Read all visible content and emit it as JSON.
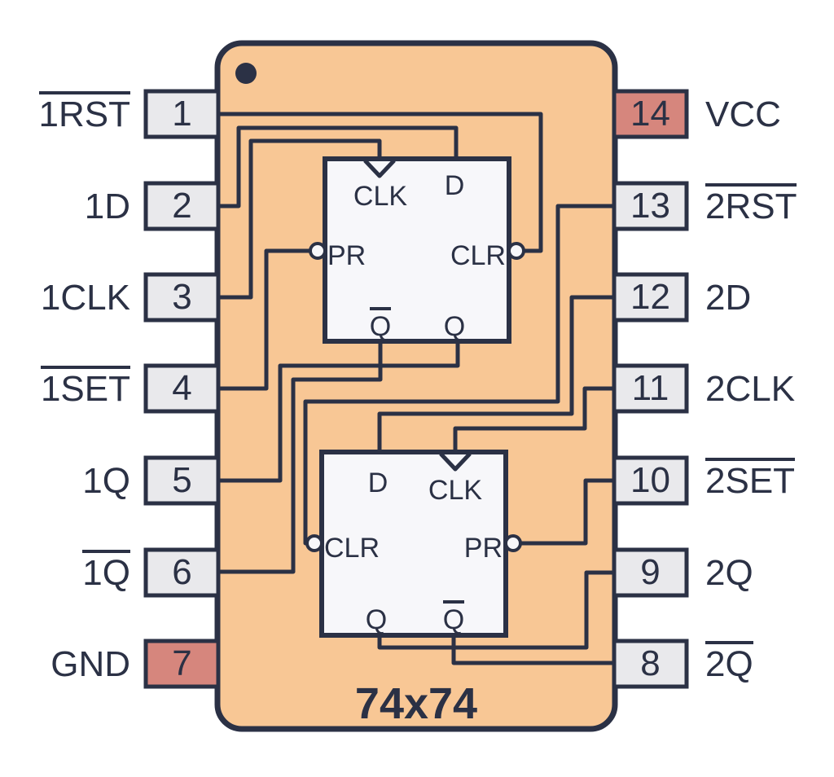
{
  "title": "74x74",
  "colors": {
    "body": "#f8c795",
    "outline": "#2b3145",
    "pin_fill": "#e9e9ec",
    "power_pin_fill": "#d6867d",
    "ff_fill": "#f7f7fa",
    "background": "#ffffff"
  },
  "pins_left": [
    {
      "number": "1",
      "label": "1RST",
      "negated": true,
      "power": false
    },
    {
      "number": "2",
      "label": "1D",
      "negated": false,
      "power": false
    },
    {
      "number": "3",
      "label": "1CLK",
      "negated": false,
      "power": false
    },
    {
      "number": "4",
      "label": "1SET",
      "negated": true,
      "power": false
    },
    {
      "number": "5",
      "label": "1Q",
      "negated": false,
      "power": false
    },
    {
      "number": "6",
      "label": "1Q",
      "negated": true,
      "power": false
    },
    {
      "number": "7",
      "label": "GND",
      "negated": false,
      "power": true
    }
  ],
  "pins_right": [
    {
      "number": "14",
      "label": "VCC",
      "negated": false,
      "power": true
    },
    {
      "number": "13",
      "label": "2RST",
      "negated": true,
      "power": false
    },
    {
      "number": "12",
      "label": "2D",
      "negated": false,
      "power": false
    },
    {
      "number": "11",
      "label": "2CLK",
      "negated": false,
      "power": false
    },
    {
      "number": "10",
      "label": "2SET",
      "negated": true,
      "power": false
    },
    {
      "number": "9",
      "label": "2Q",
      "negated": false,
      "power": false
    },
    {
      "number": "8",
      "label": "2Q",
      "negated": true,
      "power": false
    }
  ],
  "flipflop1": {
    "clk": "CLK",
    "d": "D",
    "pr": "PR",
    "clr": "CLR",
    "q": "Q",
    "qbar": "Q"
  },
  "flipflop2": {
    "clk": "CLK",
    "d": "D",
    "pr": "PR",
    "clr": "CLR",
    "q": "Q",
    "qbar": "Q"
  }
}
